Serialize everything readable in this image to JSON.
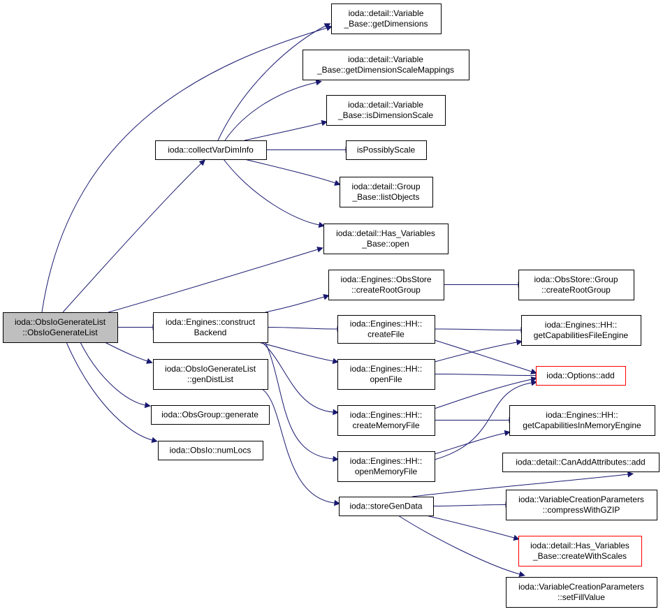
{
  "nodes": [
    {
      "id": "root",
      "lines": [
        "ioda::ObsIoGenerateList",
        "::ObsIoGenerateList"
      ],
      "style": "root"
    },
    {
      "id": "collectVarDimInfo",
      "lines": [
        "ioda::collectVarDimInfo"
      ]
    },
    {
      "id": "constructBackend",
      "lines": [
        "ioda::Engines::construct",
        "Backend"
      ]
    },
    {
      "id": "genDistList",
      "lines": [
        "ioda::ObsIoGenerateList",
        "::genDistList"
      ]
    },
    {
      "id": "obsGroupGenerate",
      "lines": [
        "ioda::ObsGroup::generate"
      ]
    },
    {
      "id": "numLocs",
      "lines": [
        "ioda::ObsIo::numLocs"
      ]
    },
    {
      "id": "getDimensions",
      "lines": [
        "ioda::detail::Variable",
        "_Base::getDimensions"
      ]
    },
    {
      "id": "getDimensionScaleMappings",
      "lines": [
        "ioda::detail::Variable",
        "_Base::getDimensionScaleMappings"
      ]
    },
    {
      "id": "isDimensionScale",
      "lines": [
        "ioda::detail::Variable",
        "_Base::isDimensionScale"
      ]
    },
    {
      "id": "isPossiblyScale",
      "lines": [
        "isPossiblyScale"
      ]
    },
    {
      "id": "listObjects",
      "lines": [
        "ioda::detail::Group",
        "_Base::listObjects"
      ]
    },
    {
      "id": "hasVarOpen",
      "lines": [
        "ioda::detail::Has_Variables",
        "_Base::open"
      ]
    },
    {
      "id": "obsStoreCreateRootGroup",
      "lines": [
        "ioda::Engines::ObsStore",
        "::createRootGroup"
      ]
    },
    {
      "id": "hhCreateFile",
      "lines": [
        "ioda::Engines::HH::",
        "createFile"
      ]
    },
    {
      "id": "hhOpenFile",
      "lines": [
        "ioda::Engines::HH::",
        "openFile"
      ]
    },
    {
      "id": "hhCreateMemoryFile",
      "lines": [
        "ioda::Engines::HH::",
        "createMemoryFile"
      ]
    },
    {
      "id": "hhOpenMemoryFile",
      "lines": [
        "ioda::Engines::HH::",
        "openMemoryFile"
      ]
    },
    {
      "id": "storeGenData",
      "lines": [
        "ioda::storeGenData"
      ]
    },
    {
      "id": "groupCreateRootGroup",
      "lines": [
        "ioda::ObsStore::Group",
        "::createRootGroup"
      ]
    },
    {
      "id": "capFileEngine",
      "lines": [
        "ioda::Engines::HH::",
        "getCapabilitiesFileEngine"
      ]
    },
    {
      "id": "optionsAdd",
      "lines": [
        "ioda::Options::add"
      ],
      "style": "red"
    },
    {
      "id": "capInMemoryEngine",
      "lines": [
        "ioda::Engines::HH::",
        "getCapabilitiesInMemoryEngine"
      ]
    },
    {
      "id": "canAddAttributesAdd",
      "lines": [
        "ioda::detail::CanAddAttributes::add"
      ]
    },
    {
      "id": "compressWithGZIP",
      "lines": [
        "ioda::VariableCreationParameters",
        "::compressWithGZIP"
      ]
    },
    {
      "id": "createWithScales",
      "lines": [
        "ioda::detail::Has_Variables",
        "_Base::createWithScales"
      ],
      "style": "red"
    },
    {
      "id": "setFillValue",
      "lines": [
        "ioda::VariableCreationParameters",
        "::setFillValue"
      ]
    }
  ],
  "edges": [
    [
      "root",
      "getDimensions"
    ],
    [
      "root",
      "collectVarDimInfo"
    ],
    [
      "root",
      "hasVarOpen"
    ],
    [
      "root",
      "constructBackend"
    ],
    [
      "root",
      "genDistList"
    ],
    [
      "root",
      "obsGroupGenerate"
    ],
    [
      "root",
      "numLocs"
    ],
    [
      "collectVarDimInfo",
      "getDimensions"
    ],
    [
      "collectVarDimInfo",
      "getDimensionScaleMappings"
    ],
    [
      "collectVarDimInfo",
      "isDimensionScale"
    ],
    [
      "collectVarDimInfo",
      "isPossiblyScale"
    ],
    [
      "collectVarDimInfo",
      "listObjects"
    ],
    [
      "collectVarDimInfo",
      "hasVarOpen"
    ],
    [
      "constructBackend",
      "obsStoreCreateRootGroup"
    ],
    [
      "constructBackend",
      "hhCreateFile"
    ],
    [
      "constructBackend",
      "hhOpenFile"
    ],
    [
      "constructBackend",
      "hhCreateMemoryFile"
    ],
    [
      "constructBackend",
      "hhOpenMemoryFile"
    ],
    [
      "genDistList",
      "storeGenData"
    ],
    [
      "obsStoreCreateRootGroup",
      "groupCreateRootGroup"
    ],
    [
      "hhCreateFile",
      "capFileEngine"
    ],
    [
      "hhCreateFile",
      "optionsAdd"
    ],
    [
      "hhOpenFile",
      "capFileEngine"
    ],
    [
      "hhOpenFile",
      "optionsAdd"
    ],
    [
      "hhCreateMemoryFile",
      "optionsAdd"
    ],
    [
      "hhCreateMemoryFile",
      "capInMemoryEngine"
    ],
    [
      "hhOpenMemoryFile",
      "optionsAdd"
    ],
    [
      "hhOpenMemoryFile",
      "capInMemoryEngine"
    ],
    [
      "storeGenData",
      "canAddAttributesAdd"
    ],
    [
      "storeGenData",
      "compressWithGZIP"
    ],
    [
      "storeGenData",
      "createWithScales"
    ],
    [
      "storeGenData",
      "setFillValue"
    ]
  ]
}
